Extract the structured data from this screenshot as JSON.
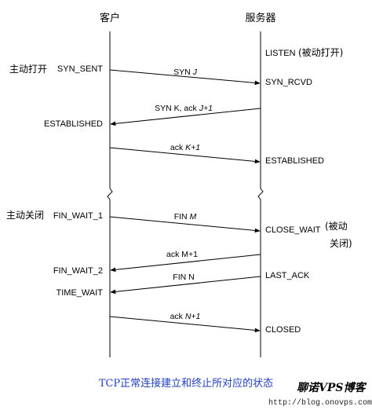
{
  "header": {
    "client": "客户",
    "server": "服务器"
  },
  "sections": {
    "active_open": "主动打开",
    "active_close": "主动关闭"
  },
  "client_states": {
    "syn_sent": "SYN_SENT",
    "established": "ESTABLISHED",
    "fin_wait_1": "FIN_WAIT_1",
    "fin_wait_2": "FIN_WAIT_2",
    "time_wait": "TIME_WAIT"
  },
  "server_states": {
    "listen": "LISTEN",
    "passive_open": "(被动打开)",
    "syn_rcvd": "SYN_RCVD",
    "established": "ESTABLISHED",
    "close_wait": "CLOSE_WAIT",
    "passive_close_1": "(被动",
    "passive_close_2": "关闭)",
    "last_ack": "LAST_ACK",
    "closed": "CLOSED"
  },
  "messages": {
    "syn_j": {
      "pre": "SYN ",
      "var": "J"
    },
    "syn_k_ack": {
      "pre": "SYN K, ack ",
      "var": "J+1"
    },
    "ack_k1": {
      "pre": "ack ",
      "var": "K+1"
    },
    "fin_m": {
      "pre": "FIN ",
      "var": "M"
    },
    "ack_m1": {
      "pre": "ack M+1",
      "var": ""
    },
    "fin_n": {
      "pre": "FIN N",
      "var": ""
    },
    "ack_n1": {
      "pre": "ack ",
      "var": "N+1"
    }
  },
  "caption": "TCP正常连接建立和终止所对应的状态",
  "watermark": {
    "brand": "聊诺VPS博客",
    "url": "http://blog.onovps.com"
  }
}
